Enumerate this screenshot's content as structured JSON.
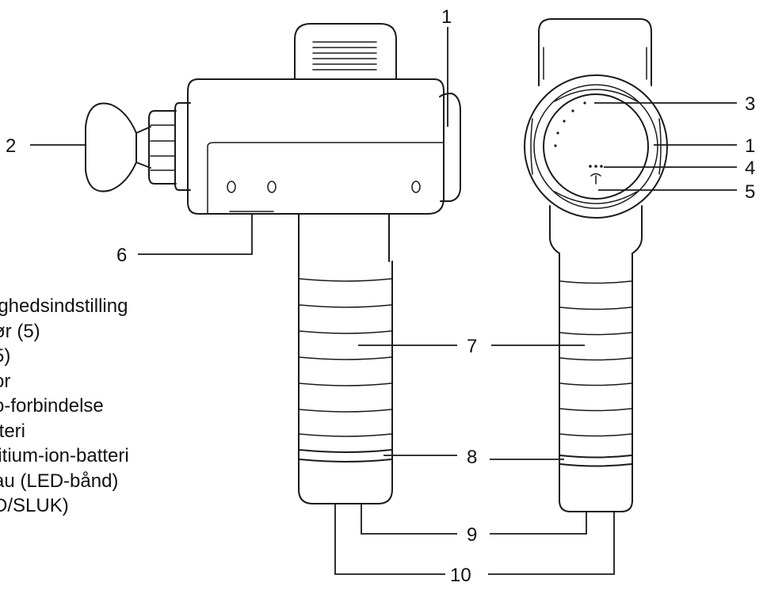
{
  "callouts": {
    "n1a": "1",
    "n1b": "1",
    "n2": "2",
    "n3": "3",
    "n4": "4",
    "n5": "5",
    "n6": "6",
    "n7": "7",
    "n8": "8",
    "n9": "9",
    "n10": "10"
  },
  "legend": [
    "ighedsindstilling",
    "ør (5)",
    "5)",
    "or",
    "o-forbindelse",
    "tteri",
    "litium-ion-batteri",
    "au (LED-bånd)",
    "D/SLUK)"
  ]
}
